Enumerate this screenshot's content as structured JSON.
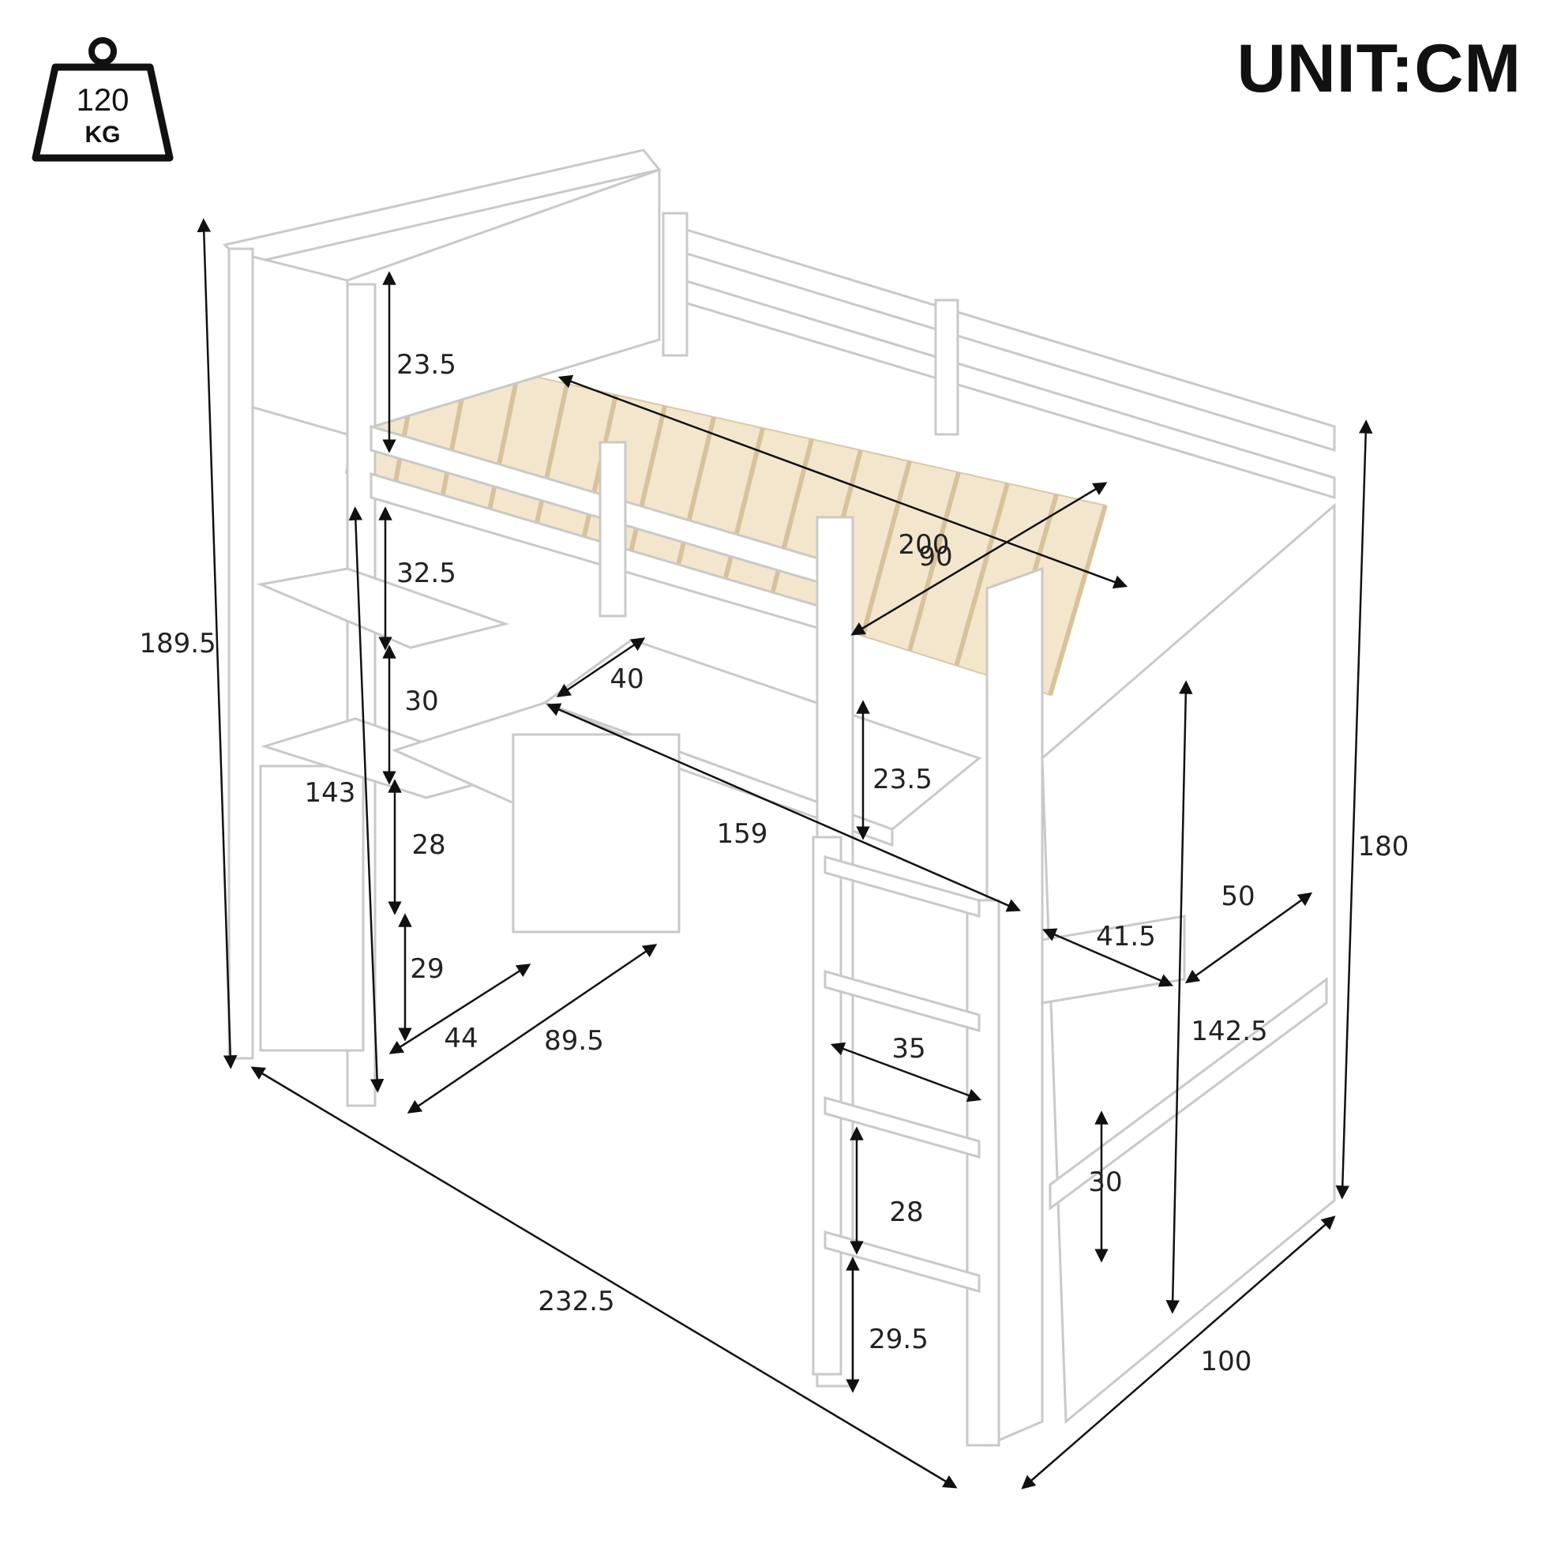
{
  "unit_label": "UNIT:CM",
  "weight_badge": {
    "value": "120",
    "unit": "KG",
    "icon": "weight-icon"
  },
  "colors": {
    "frame": "#ffffff",
    "frame_stroke": "#c9c9c9",
    "slat": "#efe2c8",
    "dim_line": "#111111",
    "label": "#222222"
  },
  "dimensions": {
    "overall_length": "232.5",
    "overall_width": "100",
    "height_left": "189.5",
    "height_right": "180",
    "mattress_length": "200",
    "mattress_width": "90",
    "headboard_shelf": "23.5",
    "shelf_1": "32.5",
    "shelf_2": "30",
    "shelf_left_tall": "143",
    "shelf_3": "28",
    "shelf_4": "29",
    "desk_depth": "40",
    "desk_length": "159",
    "desk_clearance": "23.5",
    "shelf_depth": "44",
    "shelf_width": "89.5",
    "right_cabinet_width": "50",
    "right_cabinet_depth": "41.5",
    "right_cabinet_height": "142.5",
    "right_shelf": "30",
    "ladder_width": "35",
    "ladder_step": "28",
    "ladder_bottom": "29.5"
  }
}
